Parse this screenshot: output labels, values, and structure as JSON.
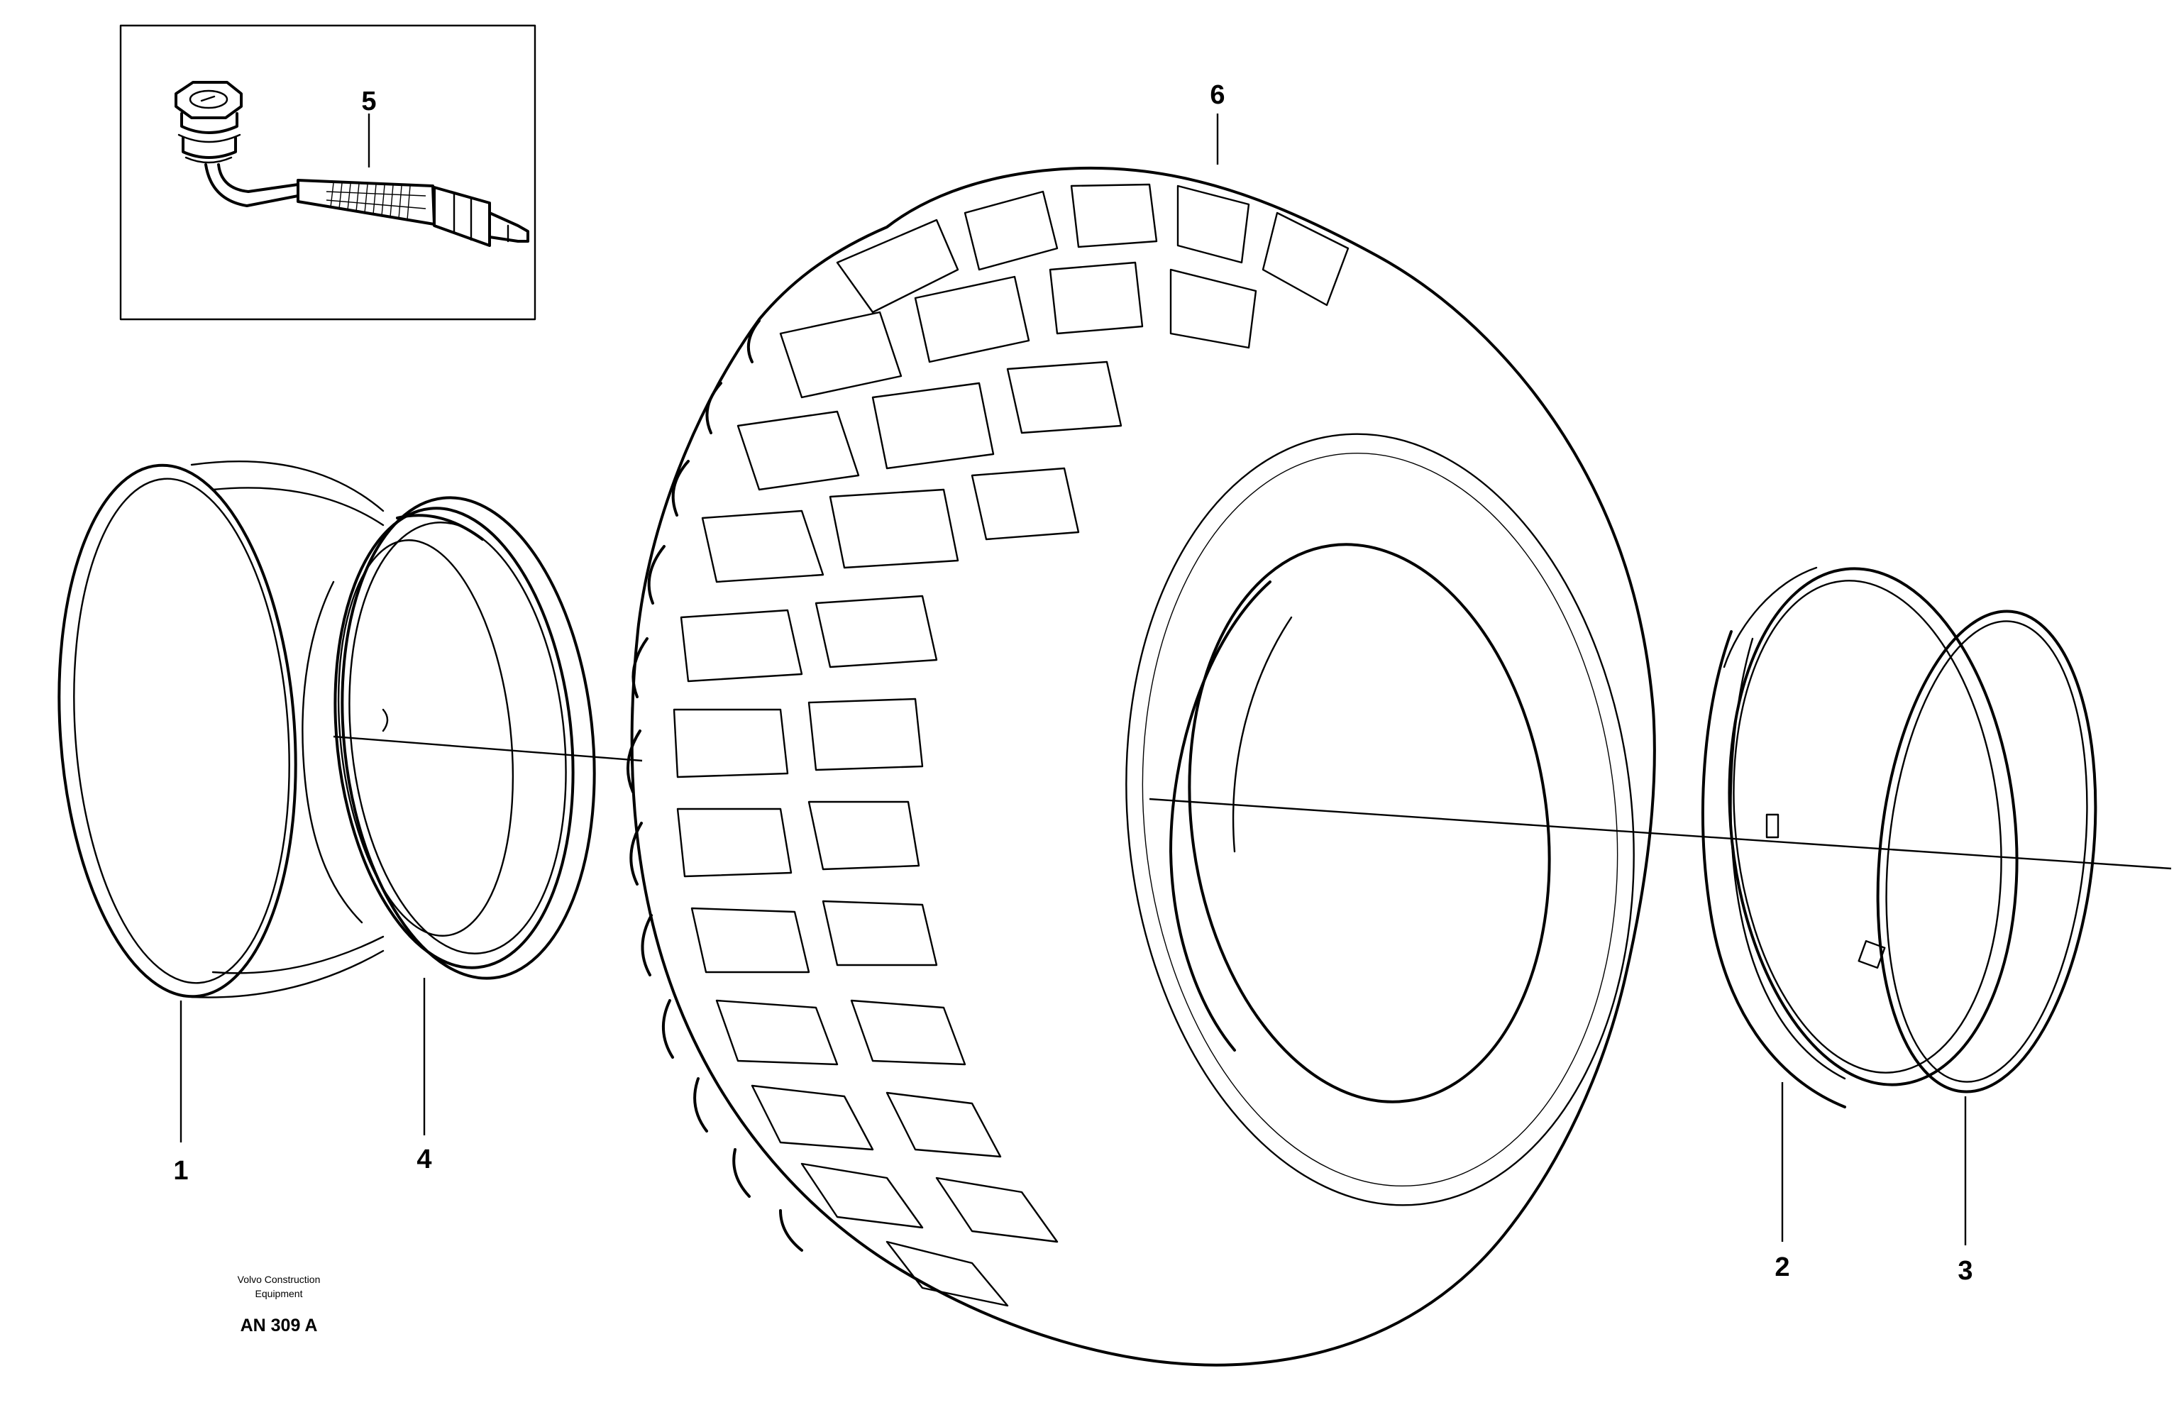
{
  "parts": [
    {
      "id": "rim",
      "number": "1"
    },
    {
      "id": "rim-flange",
      "number": "2"
    },
    {
      "id": "lock-ring",
      "number": "3"
    },
    {
      "id": "o-ring",
      "number": "4"
    },
    {
      "id": "valve",
      "number": "5"
    },
    {
      "id": "tyre",
      "number": "6"
    }
  ],
  "footer": {
    "manufacturer_line1": "Volvo Construction",
    "manufacturer_line2": "Equipment",
    "drawing_code": "AN 309 A"
  }
}
